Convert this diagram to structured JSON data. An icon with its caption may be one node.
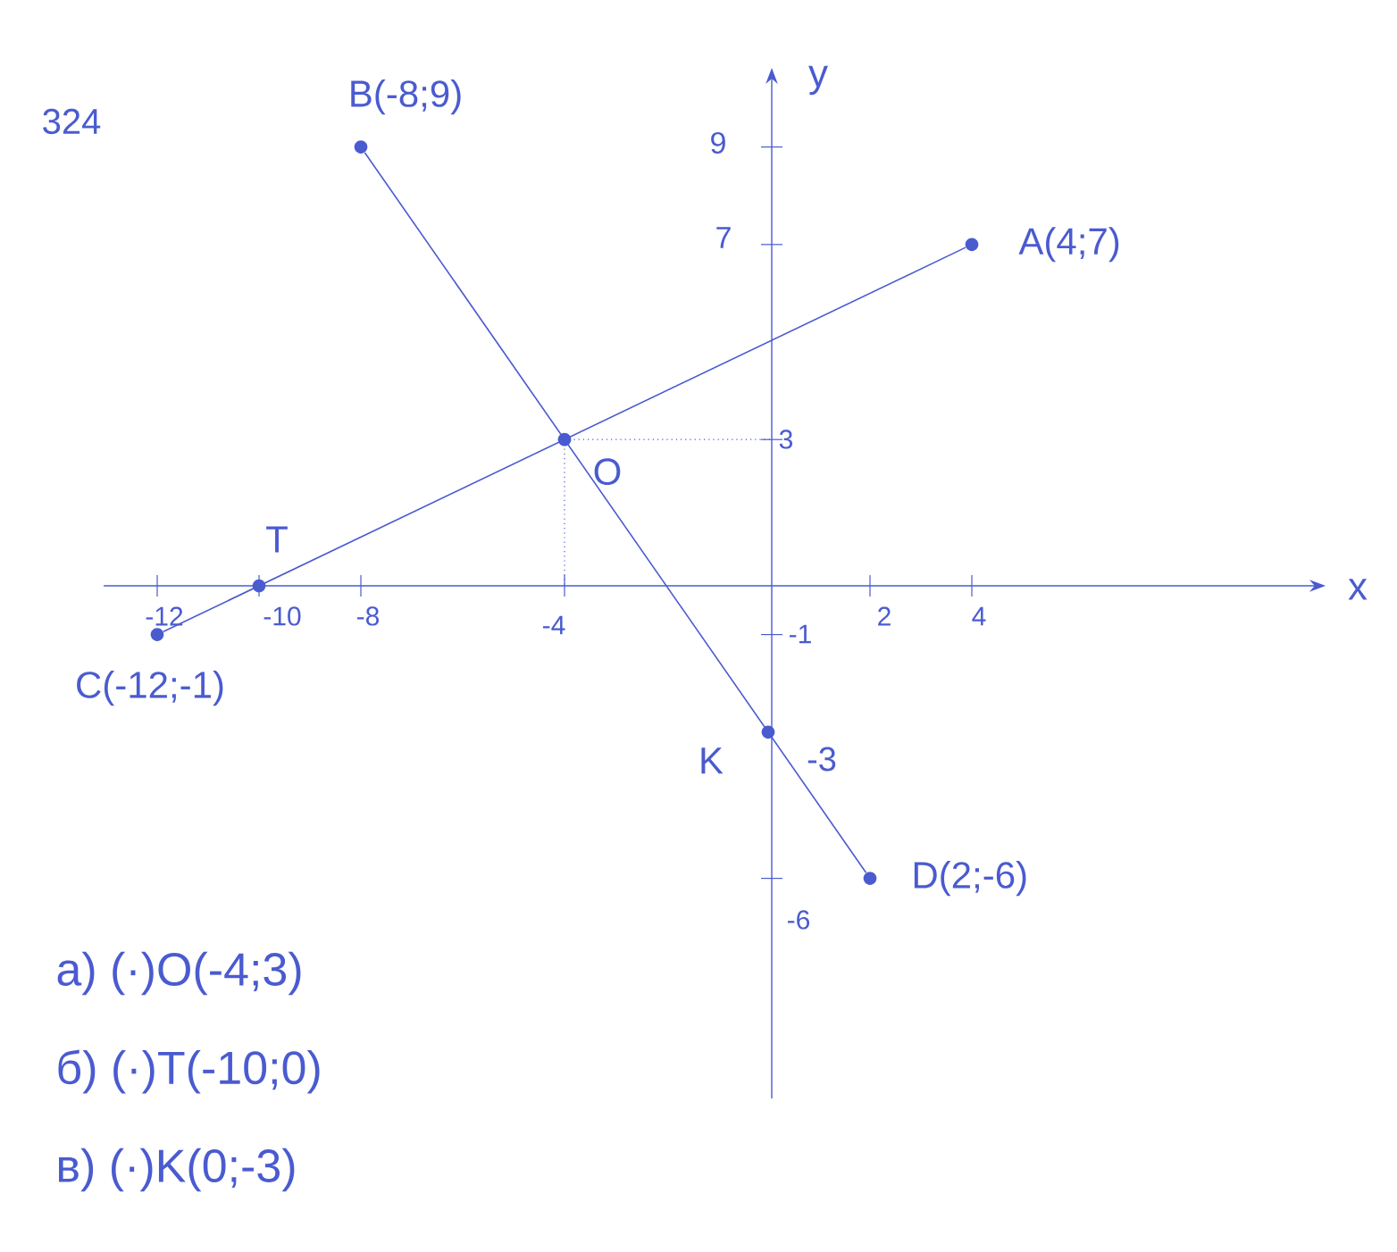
{
  "diagram": {
    "nodes": [
      {
        "text": [],
        "shape": "circle",
        "beside": [
          "B(-8;9)"
        ]
      },
      {
        "text": [],
        "shape": "circle",
        "beside": [
          "A(4;7)"
        ]
      },
      {
        "text": [],
        "shape": "circle",
        "beside": [
          "O"
        ]
      },
      {
        "text": [],
        "shape": "circle",
        "beside": [
          "T"
        ]
      },
      {
        "text": [],
        "shape": "circle",
        "beside": [
          "C(-12;-1)"
        ]
      },
      {
        "text": [],
        "shape": "circle",
        "beside": [
          "K"
        ]
      },
      {
        "text": [],
        "shape": "circle",
        "beside": [
          "D(2;-6)"
        ]
      }
    ],
    "edges": [
      {
        "from": 1,
        "to": 4,
        "arrow": "none"
      },
      {
        "from": 0,
        "to": 6,
        "arrow": "none"
      }
    ],
    "labels": [
      "324",
      "9",
      "y",
      "7",
      "3",
      "-1",
      "-12",
      "-10",
      "-8",
      "-4",
      "2",
      "4",
      "x",
      "-3",
      "-6",
      "а) (·)O(-4;3)",
      "б) (·)T(-10;0)",
      "в) (·)K(0;-3)"
    ]
  }
}
